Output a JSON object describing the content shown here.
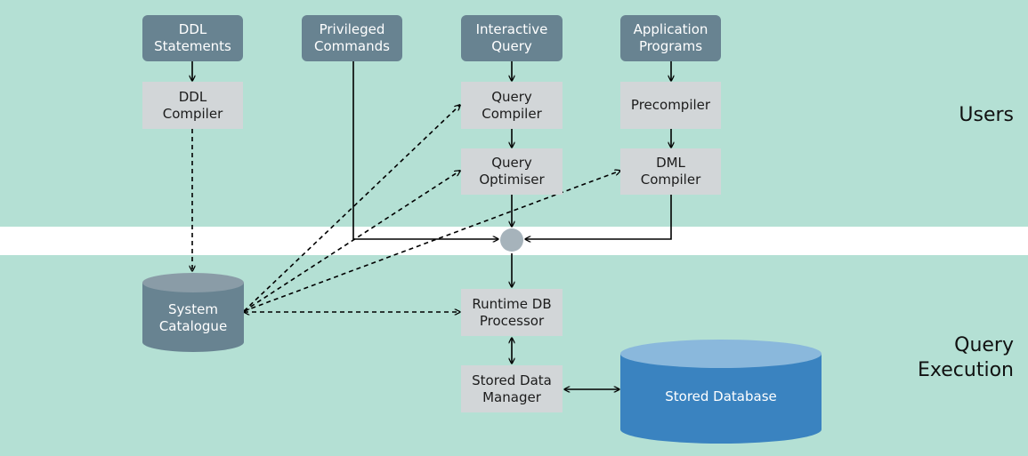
{
  "colors": {
    "band": "#b4e0d4",
    "header_box": "#688391",
    "process_box": "#d2d6d8",
    "junction": "#a6b3bb",
    "catalogue_body": "#688391",
    "catalogue_top": "#8a9ca7",
    "database_body": "#3a83c0",
    "database_top": "#8ab8dc",
    "arrow": "#000000"
  },
  "zones": {
    "users": "Users",
    "query_execution": "Query\nExecution"
  },
  "boxes": {
    "ddl_statements": "DDL\nStatements",
    "privileged_commands": "Privileged\nCommands",
    "interactive_query": "Interactive\nQuery",
    "application_programs": "Application\nPrograms",
    "ddl_compiler": "DDL\nCompiler",
    "query_compiler": "Query\nCompiler",
    "precompiler": "Precompiler",
    "query_optimiser": "Query\nOptimiser",
    "dml_compiler": "DML\nCompiler",
    "runtime_db_processor": "Runtime  DB\nProcessor",
    "stored_data_manager": "Stored Data\nManager"
  },
  "cylinders": {
    "system_catalogue": "System\nCatalogue",
    "stored_database": "Stored Database"
  }
}
